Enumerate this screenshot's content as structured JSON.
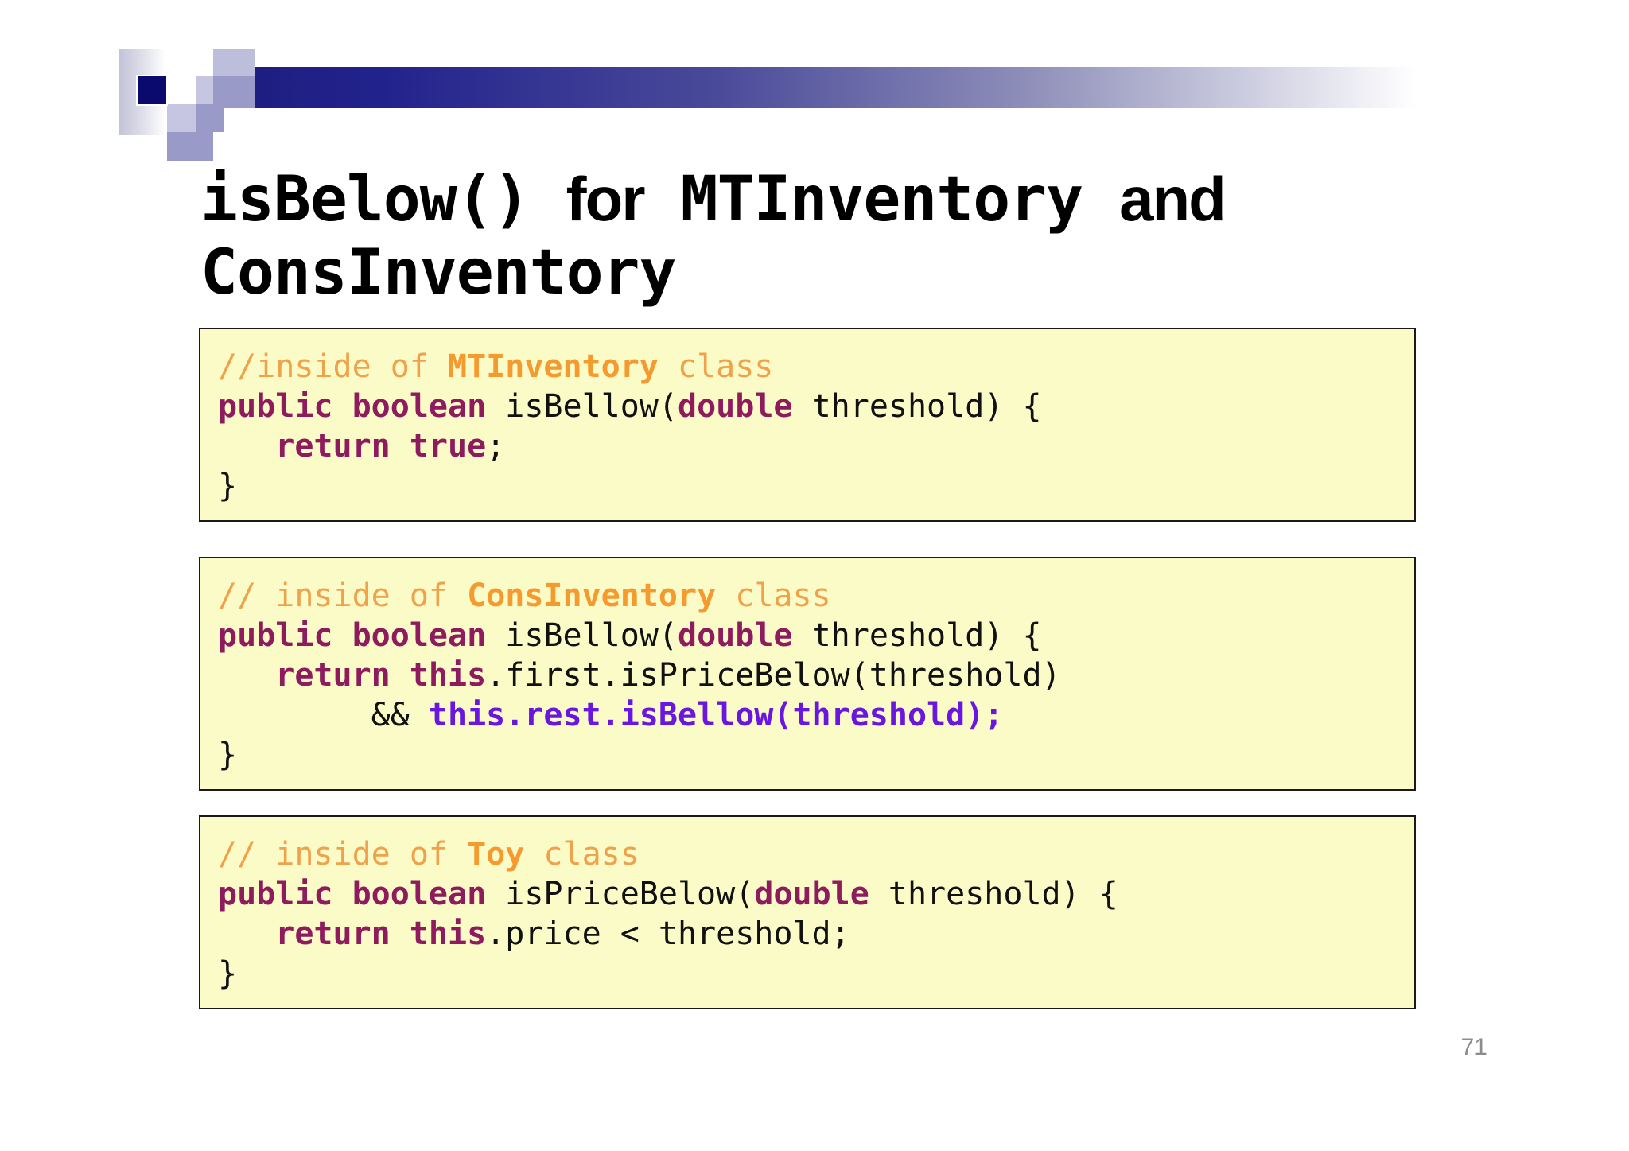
{
  "slide": {
    "title_line_1_code_a": "isBelow()",
    "title_line_1_sans_a": "for",
    "title_line_1_code_b": "MTInventory",
    "title_line_1_sans_b": "and",
    "title_line_2": "ConsInventory",
    "page_number": "71"
  },
  "colors": {
    "comment": "#f0a24a",
    "comment_bold": "#f59a2e",
    "keyword": "#8e1b5e",
    "plain": "#111111",
    "highlight": "#6a16e0",
    "code_bg": "#fbfbc8",
    "code_border": "#1a1a1a",
    "header_navy": "#0a0a6e",
    "header_lavender": "#9a9ac8",
    "page_number": "#8c8c8c"
  },
  "code_blocks": [
    {
      "id": "mt-inventory",
      "lines": [
        {
          "tokens": [
            {
              "t": "//inside of ",
              "c": "comment"
            },
            {
              "t": "MTInventory",
              "c": "comment_bold"
            },
            {
              "t": " class",
              "c": "comment"
            }
          ]
        },
        {
          "tokens": [
            {
              "t": "public boolean ",
              "c": "keyword"
            },
            {
              "t": "isBellow(",
              "c": "plain"
            },
            {
              "t": "double",
              "c": "keyword"
            },
            {
              "t": " threshold) {",
              "c": "plain"
            }
          ]
        },
        {
          "tokens": [
            {
              "t": "   ",
              "c": "plain"
            },
            {
              "t": "return true",
              "c": "keyword"
            },
            {
              "t": ";",
              "c": "plain"
            }
          ]
        },
        {
          "tokens": [
            {
              "t": "}",
              "c": "plain"
            }
          ]
        }
      ]
    },
    {
      "id": "cons-inventory",
      "lines": [
        {
          "tokens": [
            {
              "t": "// inside of ",
              "c": "comment"
            },
            {
              "t": "ConsInventory",
              "c": "comment_bold"
            },
            {
              "t": " class",
              "c": "comment"
            }
          ]
        },
        {
          "tokens": [
            {
              "t": "public boolean ",
              "c": "keyword"
            },
            {
              "t": "isBellow(",
              "c": "plain"
            },
            {
              "t": "double",
              "c": "keyword"
            },
            {
              "t": " threshold) {",
              "c": "plain"
            }
          ]
        },
        {
          "tokens": [
            {
              "t": "   ",
              "c": "plain"
            },
            {
              "t": "return this",
              "c": "keyword"
            },
            {
              "t": ".first.isPriceBelow(threshold)",
              "c": "plain"
            }
          ]
        },
        {
          "tokens": [
            {
              "t": "        && ",
              "c": "plain"
            },
            {
              "t": "this.rest.isBellow(threshold);",
              "c": "highlight"
            }
          ]
        },
        {
          "tokens": [
            {
              "t": "}",
              "c": "plain"
            }
          ]
        }
      ]
    },
    {
      "id": "toy",
      "lines": [
        {
          "tokens": [
            {
              "t": "// inside of ",
              "c": "comment"
            },
            {
              "t": "Toy",
              "c": "comment_bold"
            },
            {
              "t": " class",
              "c": "comment"
            }
          ]
        },
        {
          "tokens": [
            {
              "t": "public boolean ",
              "c": "keyword"
            },
            {
              "t": "isPriceBelow(",
              "c": "plain"
            },
            {
              "t": "double",
              "c": "keyword"
            },
            {
              "t": " threshold) {",
              "c": "plain"
            }
          ]
        },
        {
          "tokens": [
            {
              "t": "   ",
              "c": "plain"
            },
            {
              "t": "return this",
              "c": "keyword"
            },
            {
              "t": ".price < threshold;",
              "c": "plain"
            }
          ]
        },
        {
          "tokens": [
            {
              "t": "}",
              "c": "plain"
            }
          ]
        }
      ]
    }
  ]
}
